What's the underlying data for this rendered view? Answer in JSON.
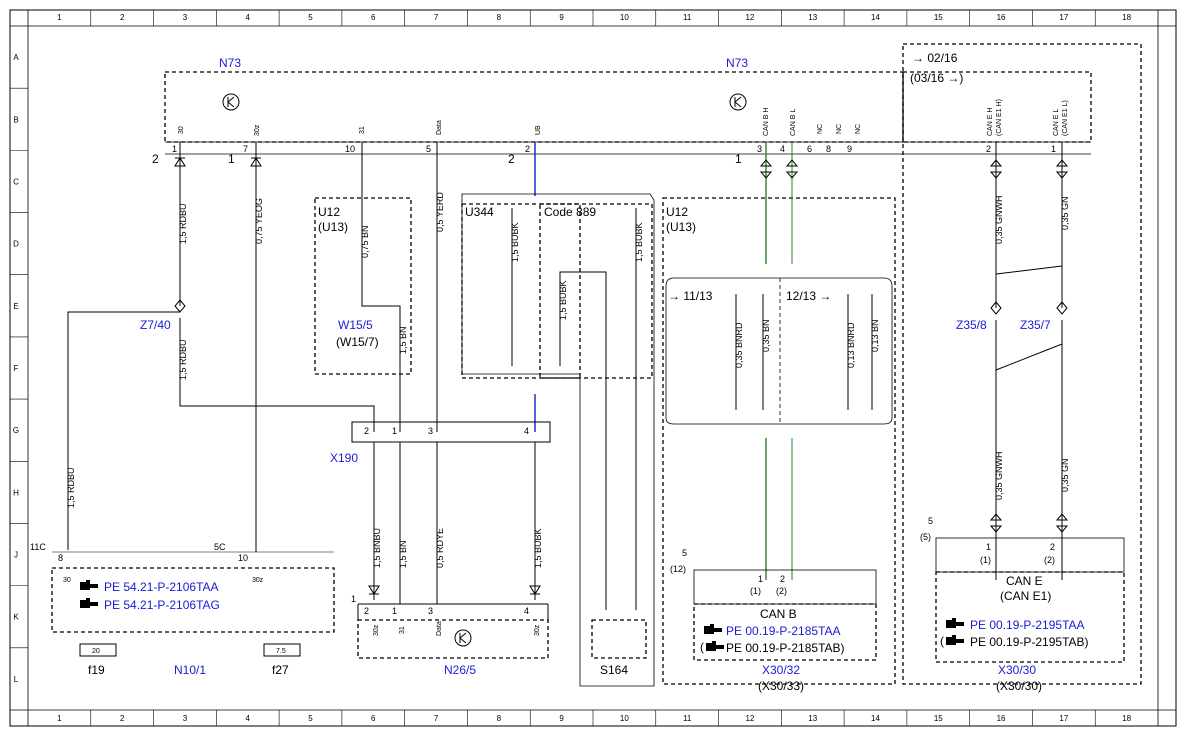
{
  "grid": {
    "columns": [
      "1",
      "2",
      "3",
      "4",
      "5",
      "6",
      "7",
      "8",
      "9",
      "10",
      "11",
      "12",
      "13",
      "14",
      "15",
      "16",
      "17",
      "18"
    ],
    "rows": [
      "A",
      "B",
      "C",
      "D",
      "E",
      "F",
      "G",
      "H",
      "J",
      "K",
      "L"
    ]
  },
  "modules": {
    "n73_left": "N73",
    "n73_right": "N73",
    "n10_1": "N10/1",
    "n26_5": "N26/5",
    "s164": "S164",
    "x190": "X190",
    "u12_a": "U12",
    "u13_a": "(U13)",
    "u12_b": "U12",
    "u13_b": "(U13)",
    "u344": "U344",
    "code889": "Code 889",
    "can_b": "CAN B",
    "can_e": "CAN E",
    "can_e1": "(CAN E1)",
    "x30_32": "X30/32",
    "x30_33": "(X30/33)",
    "x30_30": "X30/30",
    "x30_30b": "(X30/30)",
    "f19": "f19",
    "f27": "f27",
    "w15_5": "W15/5",
    "w15_7": "(W15/7)",
    "z7_40": "Z7/40",
    "z35_8": "Z35/8",
    "z35_7": "Z35/7"
  },
  "refs": {
    "r0216": "→ 02/16",
    "r0316": "(03/16 →)",
    "r1113": "→ 11/13",
    "r1213": "12/13 →"
  },
  "pe_refs": {
    "n10_a": "PE 54.21-P-2106TAA",
    "n10_b": "PE 54.21-P-2106TAG",
    "canb_a": "PE 00.19-P-2185TAA",
    "canb_b": "PE 00.19-P-2185TAB)",
    "cane_a": "PE 00.19-P-2195TAA",
    "cane_b": "PE 00.19-P-2195TAB)"
  },
  "wires": {
    "w_rdbu_a": "1,5 RDBU",
    "w_rdbu_b": "1,5 RDBU",
    "w_rdbu_c": "1,5 RDBU",
    "w_yeog": "0,75 YEOG",
    "w_bn075": "0,75 BN",
    "w_bn15a": "1,5 BN",
    "w_bn15b": "1,5 BN",
    "w_yerd": "0,5 YERD",
    "w_rdye": "0,5 RDYE",
    "w_bubk1": "1,5 BUBK",
    "w_bubk2": "1,5 BUBK",
    "w_bubk3": "1,5 BUBK",
    "w_bubk4": "1,5 BUBK",
    "w_bnbu": "1,5 BNBU",
    "w_bnrd035": "0,35 BNRD",
    "w_bn035": "0,35 BN",
    "w_bnrd013": "0,13 BNRD",
    "w_bn013": "0,13 BN",
    "w_gnwh1": "0,35 GNWH",
    "w_gnwh2": "0,35 GNWH",
    "w_gn1": "0,35 GN",
    "w_gn2": "0,35 GN"
  },
  "pins": {
    "p30": "30",
    "p30z": "30z",
    "p31": "31",
    "pdata": "Data",
    "pub": "UB",
    "pcanbh": "CAN B H",
    "pcanbl": "CAN B L",
    "pnc": "NC",
    "pcaneh": "CAN E H",
    "pcaneh2": "(CAN E1 H)",
    "pcanel": "CAN E L",
    "pcanel2": "(CAN E1 L)",
    "n1": "1",
    "n2": "2",
    "n3": "3",
    "n4": "4",
    "n5": "5",
    "n6": "6",
    "n7": "7",
    "n8": "8",
    "n9": "9",
    "n10": "10",
    "n11c": "11C",
    "n5c": "5C",
    "n12p": "(12)",
    "n5p": "(5)",
    "n1p": "(1)",
    "n2p": "(2)",
    "f20": "20",
    "f75": "7.5"
  },
  "colors": {
    "line": "#000000",
    "blue_label": "#1a1ad6",
    "can_wire": "#2e7d2e",
    "blue_wire": "#1a1ad6"
  }
}
